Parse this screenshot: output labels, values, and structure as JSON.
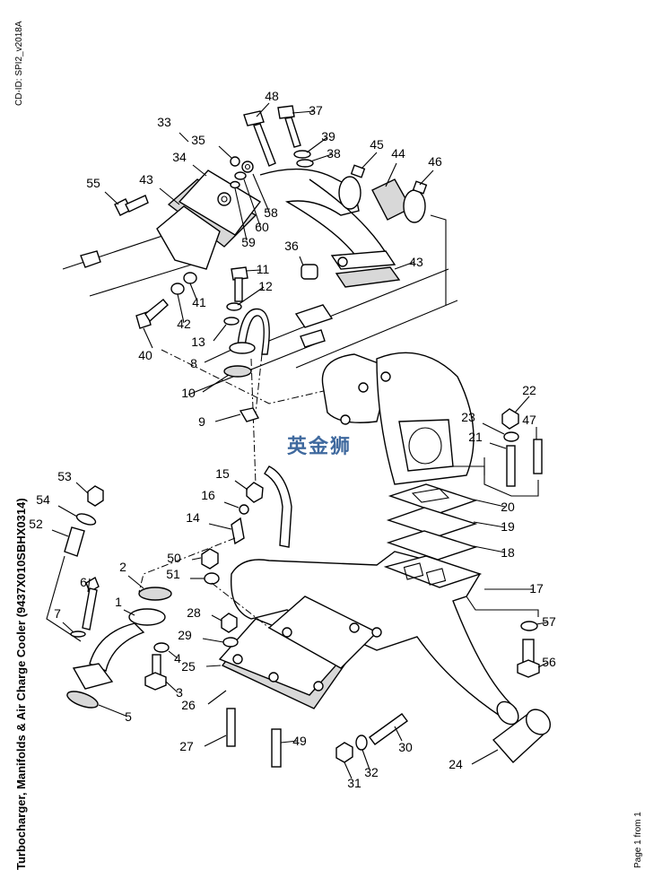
{
  "document": {
    "cd_id": "CD-ID: SPI2_v2018A",
    "title": "Turbocharger, Manifolds & Air Charge Cooler (9437X010SBHX0314)",
    "page_indicator": "Page 1 from 1",
    "watermark": "英金狮"
  },
  "callouts": [
    {
      "number": "1",
      "part": "exhaust-pipe-flange"
    },
    {
      "number": "2",
      "part": "flange-gasket"
    },
    {
      "number": "3",
      "part": "bolt"
    },
    {
      "number": "4",
      "part": "spring-washer"
    },
    {
      "number": "5",
      "part": "gasket"
    },
    {
      "number": "6",
      "part": "bolt"
    },
    {
      "number": "7",
      "part": "spring-washer"
    },
    {
      "number": "8",
      "part": "oil-drain-pipe"
    },
    {
      "number": "9",
      "part": "clip"
    },
    {
      "number": "10",
      "part": "gasket"
    },
    {
      "number": "11",
      "part": "bolt"
    },
    {
      "number": "12",
      "part": "spring-washer"
    },
    {
      "number": "13",
      "part": "washer"
    },
    {
      "number": "14",
      "part": "adaptor"
    },
    {
      "number": "15",
      "part": "nut"
    },
    {
      "number": "16",
      "part": "olive"
    },
    {
      "number": "17",
      "part": "exhaust-manifold"
    },
    {
      "number": "18",
      "part": "gasket"
    },
    {
      "number": "19",
      "part": "spacer"
    },
    {
      "number": "20",
      "part": "gasket"
    },
    {
      "number": "21",
      "part": "stud"
    },
    {
      "number": "22",
      "part": "nut"
    },
    {
      "number": "23",
      "part": "washer"
    },
    {
      "number": "24",
      "part": "exhaust-elbow-sleeve"
    },
    {
      "number": "25",
      "part": "bracket"
    },
    {
      "number": "26",
      "part": "gasket"
    },
    {
      "number": "27",
      "part": "stud"
    },
    {
      "number": "28",
      "part": "nut"
    },
    {
      "number": "29",
      "part": "spring-washer"
    },
    {
      "number": "30",
      "part": "stud"
    },
    {
      "number": "31",
      "part": "nut"
    },
    {
      "number": "32",
      "part": "spring-washer"
    },
    {
      "number": "33",
      "part": "air-charge-cooler-assembly"
    },
    {
      "number": "34",
      "part": "cooler-body"
    },
    {
      "number": "35",
      "part": "plug"
    },
    {
      "number": "36",
      "part": "plug"
    },
    {
      "number": "37",
      "part": "bolt"
    },
    {
      "number": "38",
      "part": "washer"
    },
    {
      "number": "39",
      "part": "spring-washer"
    },
    {
      "number": "40",
      "part": "bolt"
    },
    {
      "number": "41",
      "part": "washer"
    },
    {
      "number": "42",
      "part": "spring-washer"
    },
    {
      "number": "43",
      "part": "gasket"
    },
    {
      "number": "44",
      "part": "hose"
    },
    {
      "number": "45",
      "part": "hose-clip"
    },
    {
      "number": "46",
      "part": "hose-clip"
    },
    {
      "number": "47",
      "part": "stud"
    },
    {
      "number": "48",
      "part": "bolt"
    },
    {
      "number": "49",
      "part": "stud"
    },
    {
      "number": "50",
      "part": "nut"
    },
    {
      "number": "51",
      "part": "spring-washer"
    },
    {
      "number": "52",
      "part": "stud"
    },
    {
      "number": "53",
      "part": "nut"
    },
    {
      "number": "54",
      "part": "spring-washer"
    },
    {
      "number": "55",
      "part": "bolt"
    },
    {
      "number": "56",
      "part": "bolt"
    },
    {
      "number": "57",
      "part": "washer"
    },
    {
      "number": "58",
      "part": "adaptor"
    },
    {
      "number": "59",
      "part": "washer"
    },
    {
      "number": "60",
      "part": "nut"
    }
  ]
}
